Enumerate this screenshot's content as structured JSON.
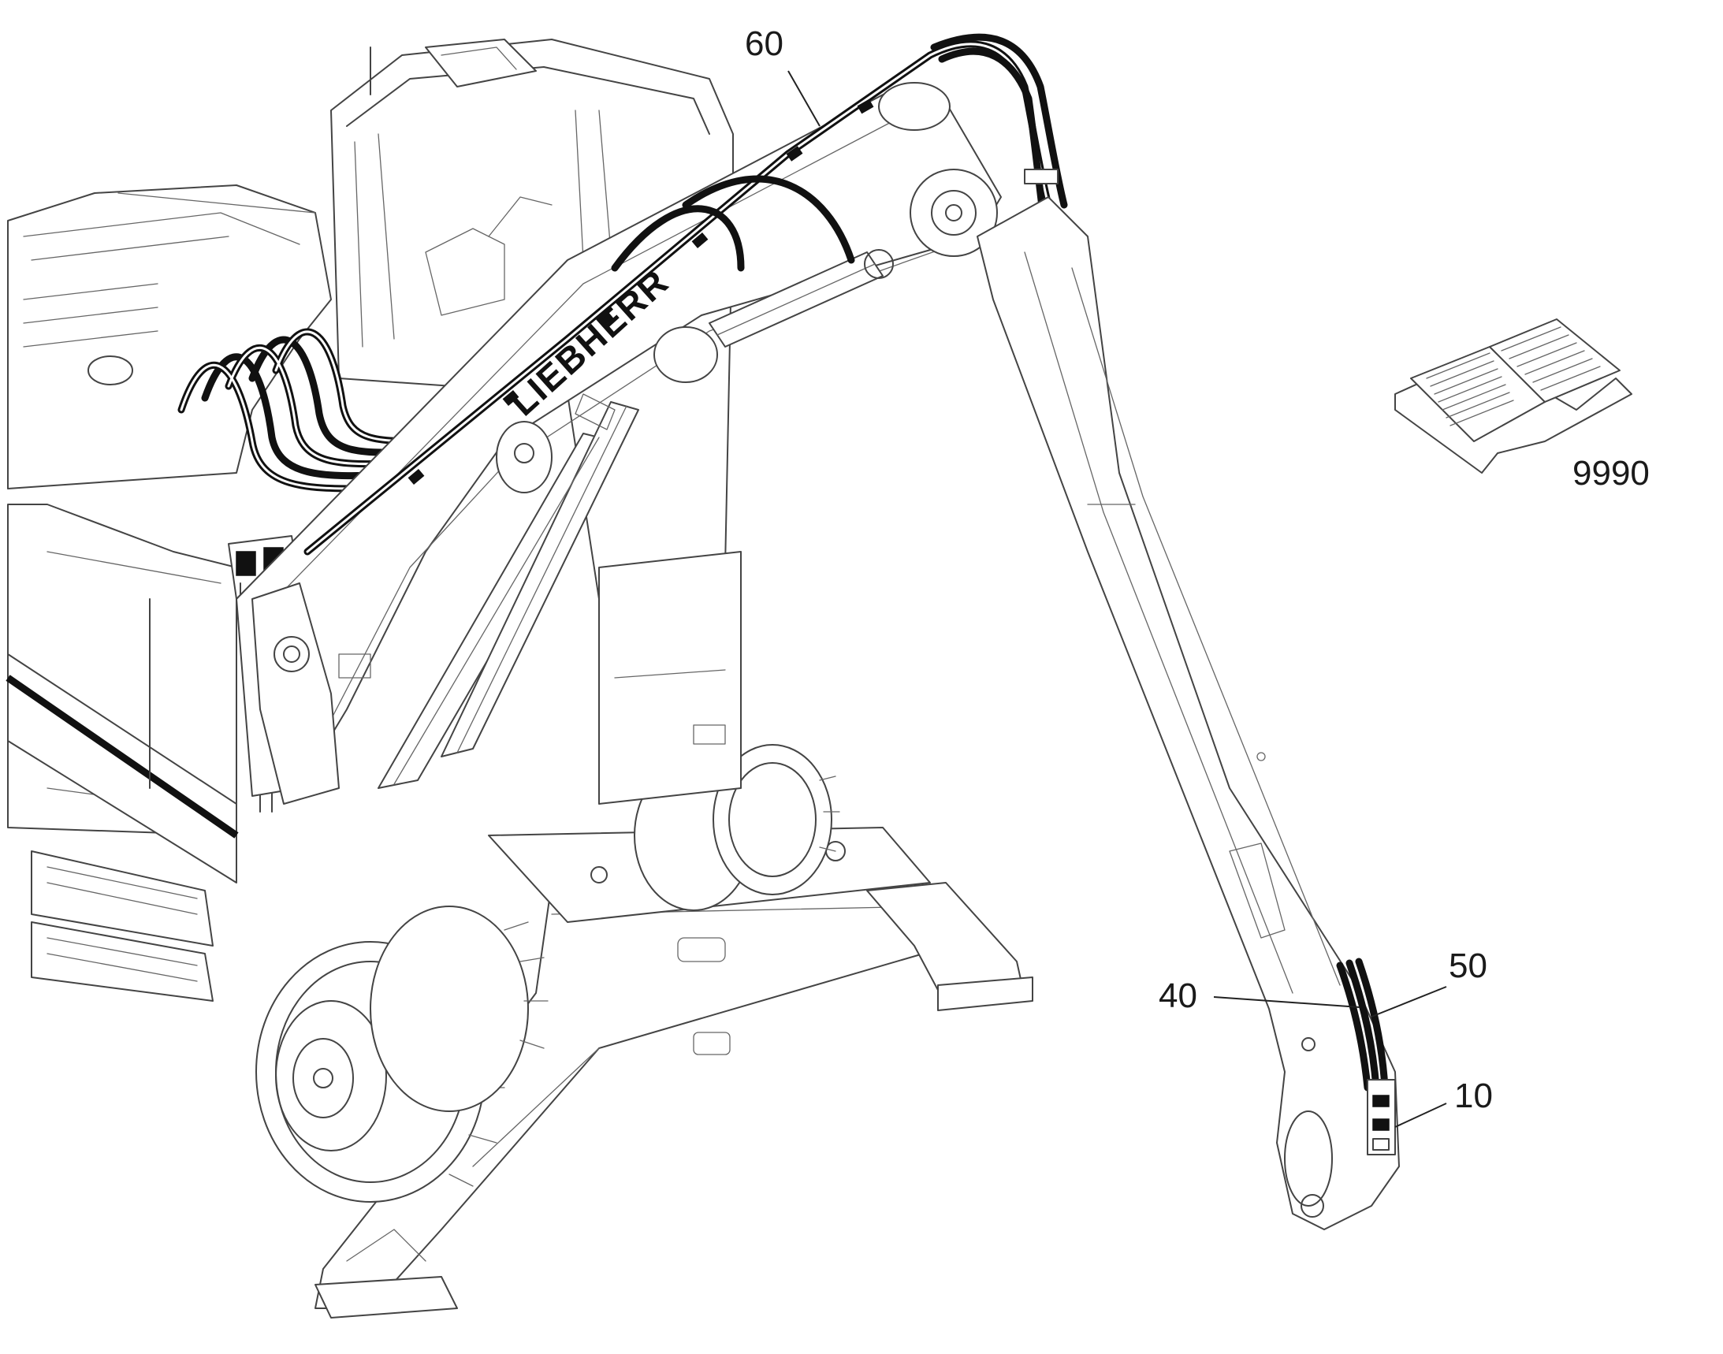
{
  "diagram": {
    "brand_label": "LIEBHERR",
    "callouts": [
      {
        "id": "60",
        "label": "60"
      },
      {
        "id": "9990",
        "label": "9990"
      },
      {
        "id": "40",
        "label": "40"
      },
      {
        "id": "50",
        "label": "50"
      },
      {
        "id": "10",
        "label": "10"
      }
    ]
  }
}
